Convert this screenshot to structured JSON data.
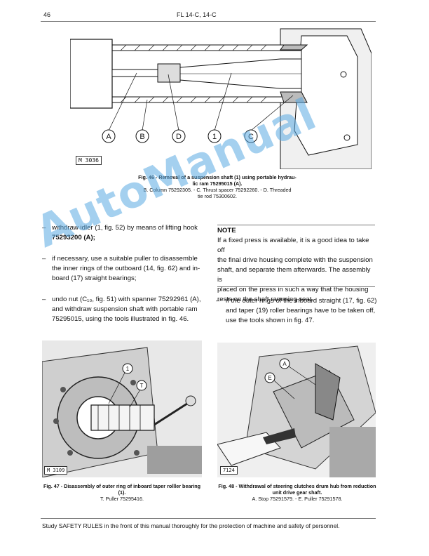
{
  "header": {
    "page_number": "46",
    "manual_title": "FL 14-C, 14-C"
  },
  "figure46": {
    "code": "M 3036",
    "callouts": [
      "A",
      "B",
      "D",
      "1",
      "C"
    ],
    "caption_line1": "Fig. 46 - Removal of a suspension shaft (1) using portable hydrau-",
    "caption_line2": "lic ram 75295015 (A).",
    "caption_line3": "B. Column 75292305. - C. Thrust spacer 75292260. - D. Threaded",
    "caption_line4": "tie rod 75300602."
  },
  "left_column": {
    "items": [
      {
        "line1": "withdraw idler (1, fig. 52) by means of lifting hook",
        "line2": "75293200 (A);"
      },
      {
        "line1": "if necessary, use a suitable puller to disassemble",
        "line2": "the inner rings of the outboard (14, fig. 62) and in-",
        "line3": "board (17) straight bearings;"
      },
      {
        "line1": "undo nut (C₁₀, fig. 51) with spanner 75292961 (A),",
        "line2": "and withdraw suspension shaft with portable ram",
        "line3": "75295015, using the tools illustrated in fig. 46."
      }
    ]
  },
  "right_column": {
    "note_title": "NOTE",
    "note_lines": [
      "If a fixed press is available, it is a good idea to take off",
      "the final drive housing complete with the suspension",
      "shaft, and separate them afterwards. The assembly is",
      "placed on the press in such a way that the housing",
      "rests on the shaft ramming seat."
    ],
    "item": {
      "line1": "if the outer rings of the inboard straight (17, fig. 62)",
      "line2": "and taper (19) roller bearings have to be taken off,",
      "line3": "use the tools shown in fig. 47."
    }
  },
  "figure47": {
    "code": "M 3109",
    "callouts": [
      "1",
      "T"
    ],
    "caption_line1": "Fig. 47 - Disassembly of outer ring of inboard taper rolller bearing",
    "caption_line2": "(1).",
    "caption_line3": "T. Puller 75295416."
  },
  "figure48": {
    "code": "7124",
    "callouts": [
      "A",
      "E"
    ],
    "caption_line1": "Fig. 48 - Withdrawal of steering clutches drum hub from reduction",
    "caption_line2": "unit drive gear shaft.",
    "caption_line3": "A. Stop 75291579. - E. Puller 75291578."
  },
  "footer": {
    "text": "Study SAFETY RULES in the front of this manual thoroughly for the protection of machine and safety of personnel."
  },
  "watermark": {
    "text": "AutoManual",
    "color": "#5aaae1"
  }
}
